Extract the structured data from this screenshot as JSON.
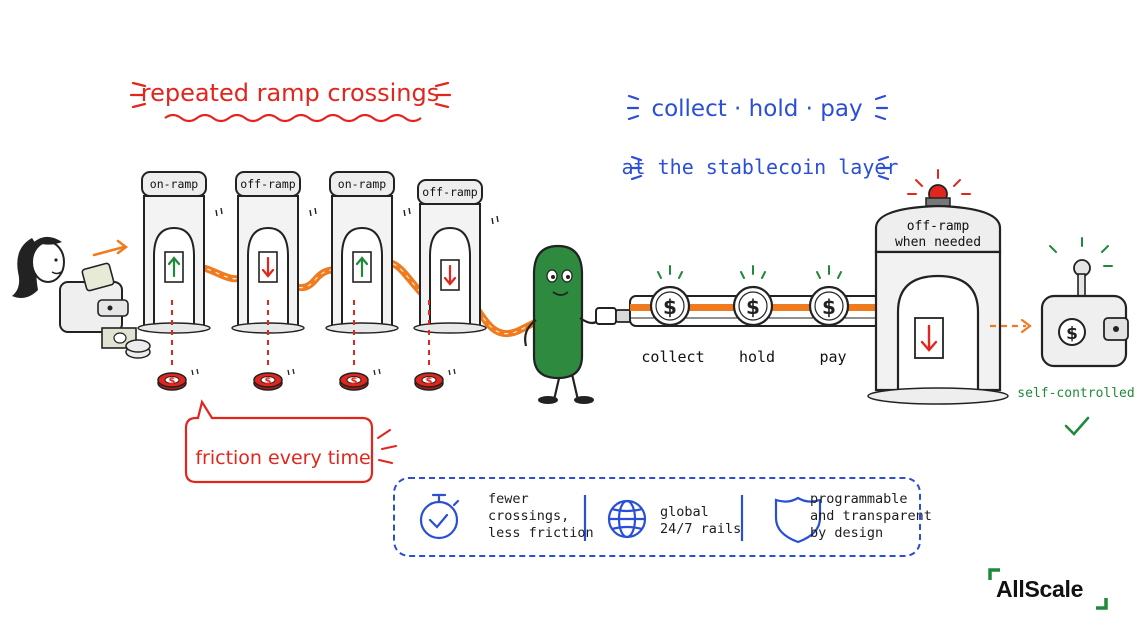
{
  "headline_left": "repeated ramp crossings",
  "headline_right": "collect · hold · pay",
  "subline_right": "at the stablecoin layer",
  "gates": [
    "on-ramp",
    "off-ramp",
    "on-ramp",
    "off-ramp"
  ],
  "final_gate": {
    "line1": "off-ramp",
    "line2": "when needed"
  },
  "steps": [
    "collect",
    "hold",
    "pay"
  ],
  "friction_bubble": "friction every time",
  "self_controlled": "self-controlled",
  "features": [
    {
      "icon": "stopwatch-icon",
      "lines": [
        "fewer",
        "crossings,",
        "less friction"
      ]
    },
    {
      "icon": "globe-icon",
      "lines": [
        "global",
        "24/7 rails"
      ]
    },
    {
      "icon": "shield-icon",
      "lines": [
        "programmable",
        "and transparent",
        "by design"
      ]
    }
  ],
  "coin_symbol": "$",
  "brand": "AllScale",
  "colors": {
    "red": "#e3261d",
    "blue": "#2a4fd6",
    "green": "#1f8a3a",
    "orange": "#f07b1e",
    "mascot": "#2e8a3e"
  }
}
